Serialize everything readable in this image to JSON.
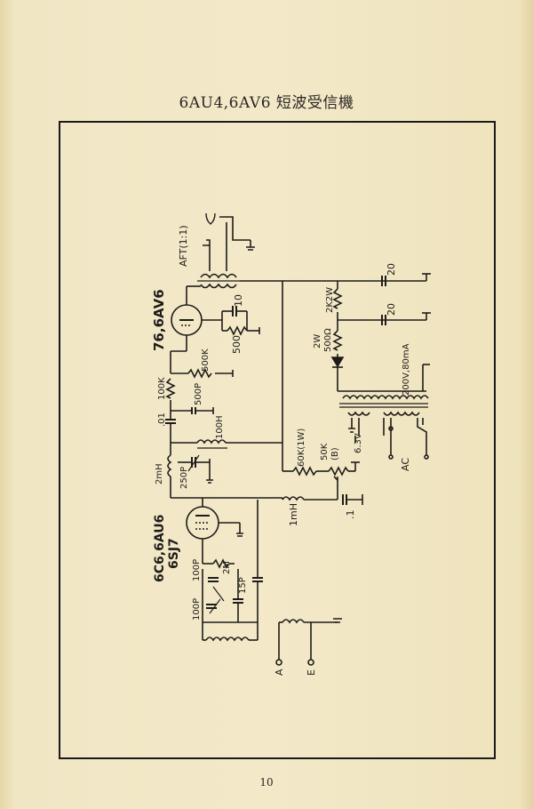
{
  "title": "6AU4,6AV6 短波受信機",
  "page_number": "10",
  "labels": {
    "aft": "AFT(1:1)",
    "tube_76": "76,6AV6",
    "c10": "10",
    "r500": "500",
    "r500k": "500K",
    "r100k": "100K",
    "c500p": "500P",
    "c01": ".01",
    "ch100h": "100H",
    "ind2mh": "2mH",
    "c250p": "250P",
    "tube_6c6": "6C6,6AU6",
    "tube_6sj7": "6SJ7",
    "c100p_a": "100P",
    "r2m": "2M",
    "c100p_b": "100P",
    "c15p": "15P",
    "ind1mh": "1mH",
    "c01b": ".1",
    "r60k": "60K(1W)",
    "r50k": "50K",
    "b_mark": "(B)",
    "v63": "6.3V",
    "ac": "AC",
    "ant": "A",
    "earth": "E",
    "r2k2w": "2K2W",
    "c20a": "20",
    "c20b": "20",
    "r2w": "2W",
    "r500o": "500Ω",
    "tr_rating": "200V,80mA"
  }
}
